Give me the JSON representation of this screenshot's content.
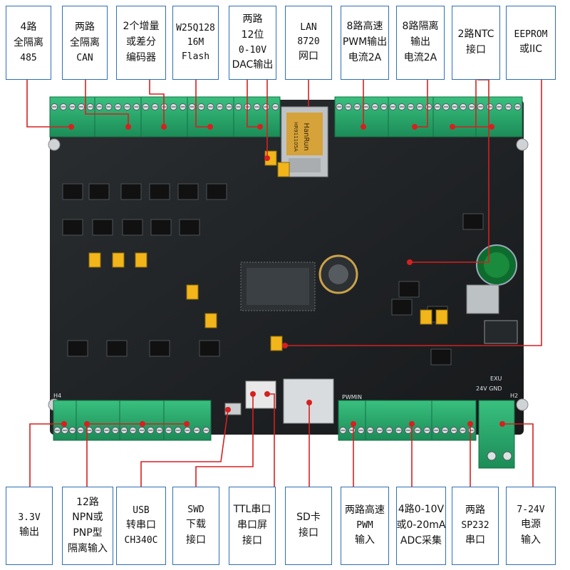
{
  "labels_top": [
    {
      "id": "rs485",
      "lines": [
        "4路",
        "全隔离",
        "485"
      ]
    },
    {
      "id": "can",
      "lines": [
        "两路",
        "全隔离",
        "CAN"
      ]
    },
    {
      "id": "encoder",
      "lines": [
        "2个增量",
        "或差分",
        "编码器"
      ]
    },
    {
      "id": "flash",
      "lines": [
        "W25Q128",
        "16M",
        "Flash"
      ]
    },
    {
      "id": "dac",
      "lines": [
        "两路",
        "12位",
        "0-10V",
        "DAC输出"
      ]
    },
    {
      "id": "lan",
      "lines": [
        "LAN",
        "8720",
        "网口"
      ]
    },
    {
      "id": "pwm-out",
      "lines": [
        "8路高速",
        "PWM输出",
        "电流2A"
      ]
    },
    {
      "id": "iso-out",
      "lines": [
        "8路隔离",
        "输出",
        "电流2A"
      ]
    },
    {
      "id": "ntc",
      "lines": [
        "2路NTC",
        "接口"
      ]
    },
    {
      "id": "eeprom",
      "lines": [
        "EEPROM",
        "或IIC"
      ]
    }
  ],
  "labels_bottom": [
    {
      "id": "v33",
      "lines": [
        "3.3V",
        "输出"
      ]
    },
    {
      "id": "iso-in",
      "lines": [
        "12路",
        "NPN或",
        "PNP型",
        "隔离输入"
      ]
    },
    {
      "id": "usb",
      "lines": [
        "USB",
        "转串口",
        "CH340C"
      ]
    },
    {
      "id": "swd",
      "lines": [
        "SWD",
        "下载",
        "接口"
      ]
    },
    {
      "id": "ttl",
      "lines": [
        "TTL串口",
        "串口屏",
        "接口"
      ]
    },
    {
      "id": "sd",
      "lines": [
        "SD卡",
        "接口"
      ]
    },
    {
      "id": "pwm-in",
      "lines": [
        "两路高速",
        "PWM",
        "输入"
      ]
    },
    {
      "id": "adc",
      "lines": [
        "4路0-10V",
        "或0-20mA",
        "ADC采集"
      ]
    },
    {
      "id": "sp232",
      "lines": [
        "两路",
        "SP232",
        "串口"
      ]
    },
    {
      "id": "power",
      "lines": [
        "7-24V",
        "电源",
        "输入"
      ]
    }
  ],
  "pcb_silk": {
    "lan_chip": "HanRun",
    "lan_part": "HR911105A",
    "pwm_in_header": "PWMIN",
    "ext_header": "EXU",
    "power_silk": "24V GND",
    "h4": "H4",
    "h2": "H2"
  },
  "colors": {
    "label_border": "#2e6fb5",
    "leader_line": "#d62020",
    "pcb": "#1c1f22",
    "terminal_green": "#22a86a",
    "jumper_yellow": "#f2b51a"
  },
  "icons": {
    "terminal": "screw-terminal-icon",
    "ic": "ic-chip-icon",
    "jumper": "jumper-icon"
  }
}
